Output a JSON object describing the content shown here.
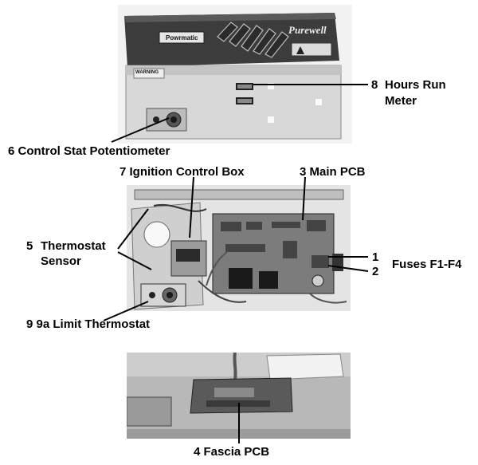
{
  "labels": {
    "hours_run_meter": {
      "number": "8",
      "line1": "Hours Run",
      "line2": "Meter"
    },
    "control_stat_potentiometer": "6  Control Stat Potentiometer",
    "ignition_control_box": "7  Ignition Control Box",
    "main_pcb": "3  Main PCB",
    "thermostat_sensor": {
      "number": "5",
      "line1": "Thermostat",
      "line2": "Sensor"
    },
    "fuse_numbers": [
      "1",
      "2"
    ],
    "fuses": "Fuses F1-F4",
    "limit_thermostat": "9  9a  Limit Thermostat",
    "fascia_pcb": "4  Fascia PCB"
  },
  "unit_text": {
    "brand_left": "Powrmatic",
    "brand_right": "Purewell",
    "warning": "WARNING"
  }
}
